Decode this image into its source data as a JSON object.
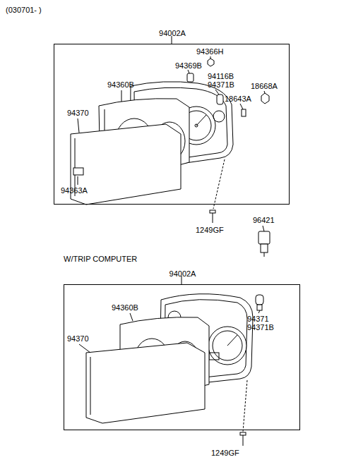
{
  "diagram": {
    "nodes": [
      {
        "text": [
          "94002A"
        ]
      },
      {
        "text": [
          "94002A"
        ]
      }
    ],
    "labels": [
      "(030701- )",
      "94366H",
      "94369B",
      "94360B",
      "94116B",
      "94371B",
      "18668A",
      "18643A",
      "94370",
      "94363A",
      "1249GF",
      "96421",
      "W/TRIP COMPUTER",
      "94360B",
      "94371",
      "94371B",
      "94370",
      "1249GF"
    ]
  }
}
